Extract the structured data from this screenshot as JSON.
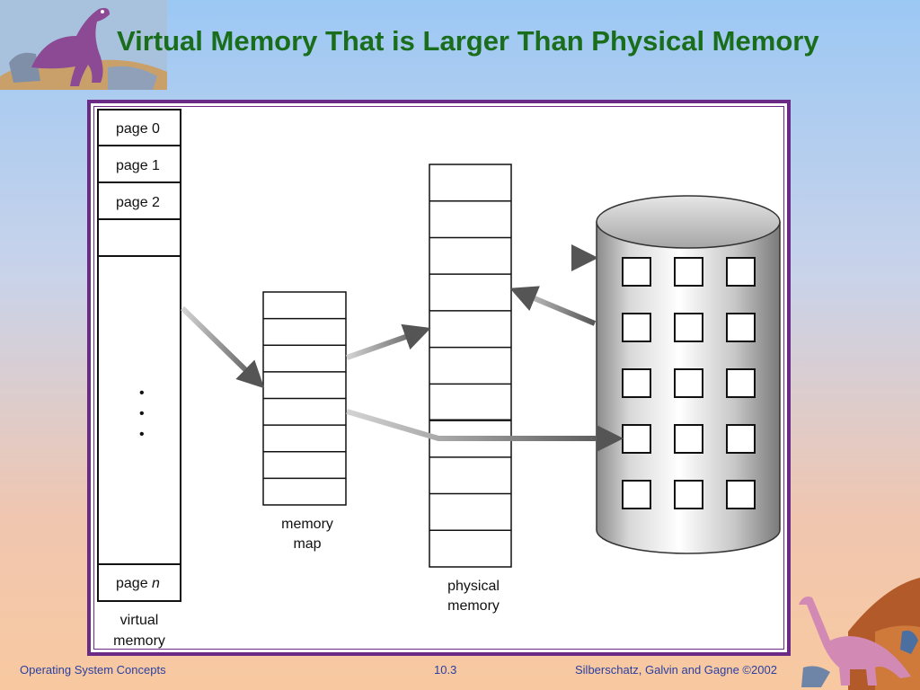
{
  "title": "Virtual Memory That is Larger Than Physical Memory",
  "virtual_memory": {
    "pages": [
      "page 0",
      "page 1",
      "page 2"
    ],
    "last_page_prefix": "page ",
    "last_page_var": "n",
    "dots": "•",
    "label_line1": "virtual",
    "label_line2": "memory"
  },
  "memory_map": {
    "label_line1": "memory",
    "label_line2": "map",
    "rows": 8
  },
  "physical_memory": {
    "label_line1": "physical",
    "label_line2": "memory",
    "rows": 11
  },
  "disk": {
    "grid_rows": 5,
    "grid_cols": 3
  },
  "footer": {
    "left": "Operating System Concepts",
    "center": "10.3",
    "right": "Silberschatz, Galvin and  Gagne ©2002"
  },
  "colors": {
    "title": "#1a6d1a",
    "frame": "#6b2a86",
    "footer_text": "#2a3fa0"
  }
}
